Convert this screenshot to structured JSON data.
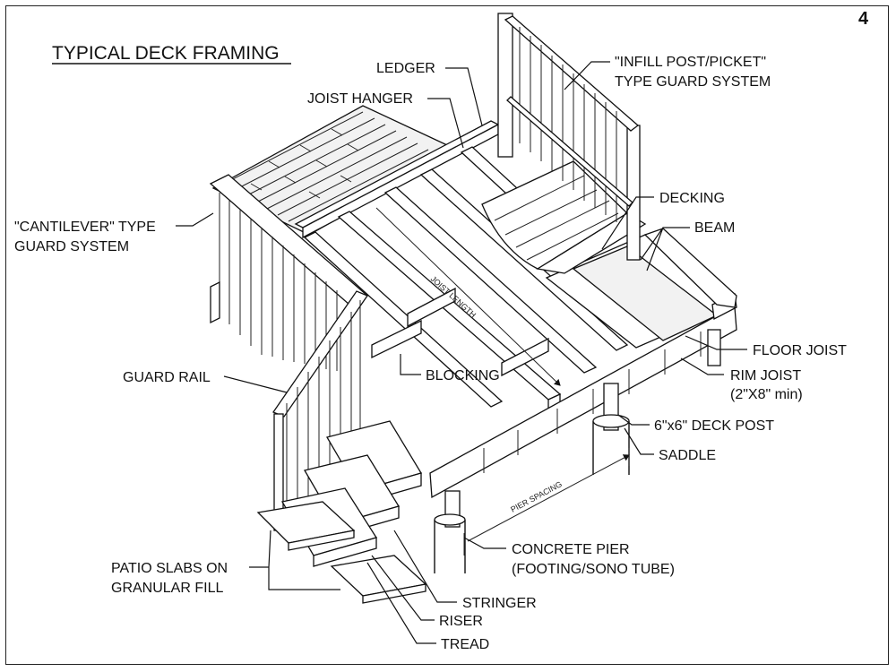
{
  "page_number": "4",
  "title": "TYPICAL DECK FRAMING",
  "labels": {
    "ledger": "LEDGER",
    "joist_hanger": "JOIST HANGER",
    "infill_line1": "\"INFILL POST/PICKET\"",
    "infill_line2": "TYPE GUARD SYSTEM",
    "decking": "DECKING",
    "beam": "BEAM",
    "cantilever_line1": "\"CANTILEVER\" TYPE",
    "cantilever_line2": "GUARD SYSTEM",
    "floor_joist": "FLOOR JOIST",
    "rim_joist_line1": "RIM JOIST",
    "rim_joist_line2": "(2\"X8\" min)",
    "guard_rail": "GUARD RAIL",
    "blocking": "BLOCKING",
    "deck_post": "6\"x6\" DECK POST",
    "saddle": "SADDLE",
    "concrete_pier_line1": "CONCRETE PIER",
    "concrete_pier_line2": "(FOOTING/SONO TUBE)",
    "patio_line1": "PATIO SLABS ON",
    "patio_line2": "GRANULAR FILL",
    "stringer": "STRINGER",
    "riser": "RISER",
    "tread": "TREAD",
    "joist_length": "JOIST LENGTH",
    "pier_spacing": "PIER SPACING"
  }
}
